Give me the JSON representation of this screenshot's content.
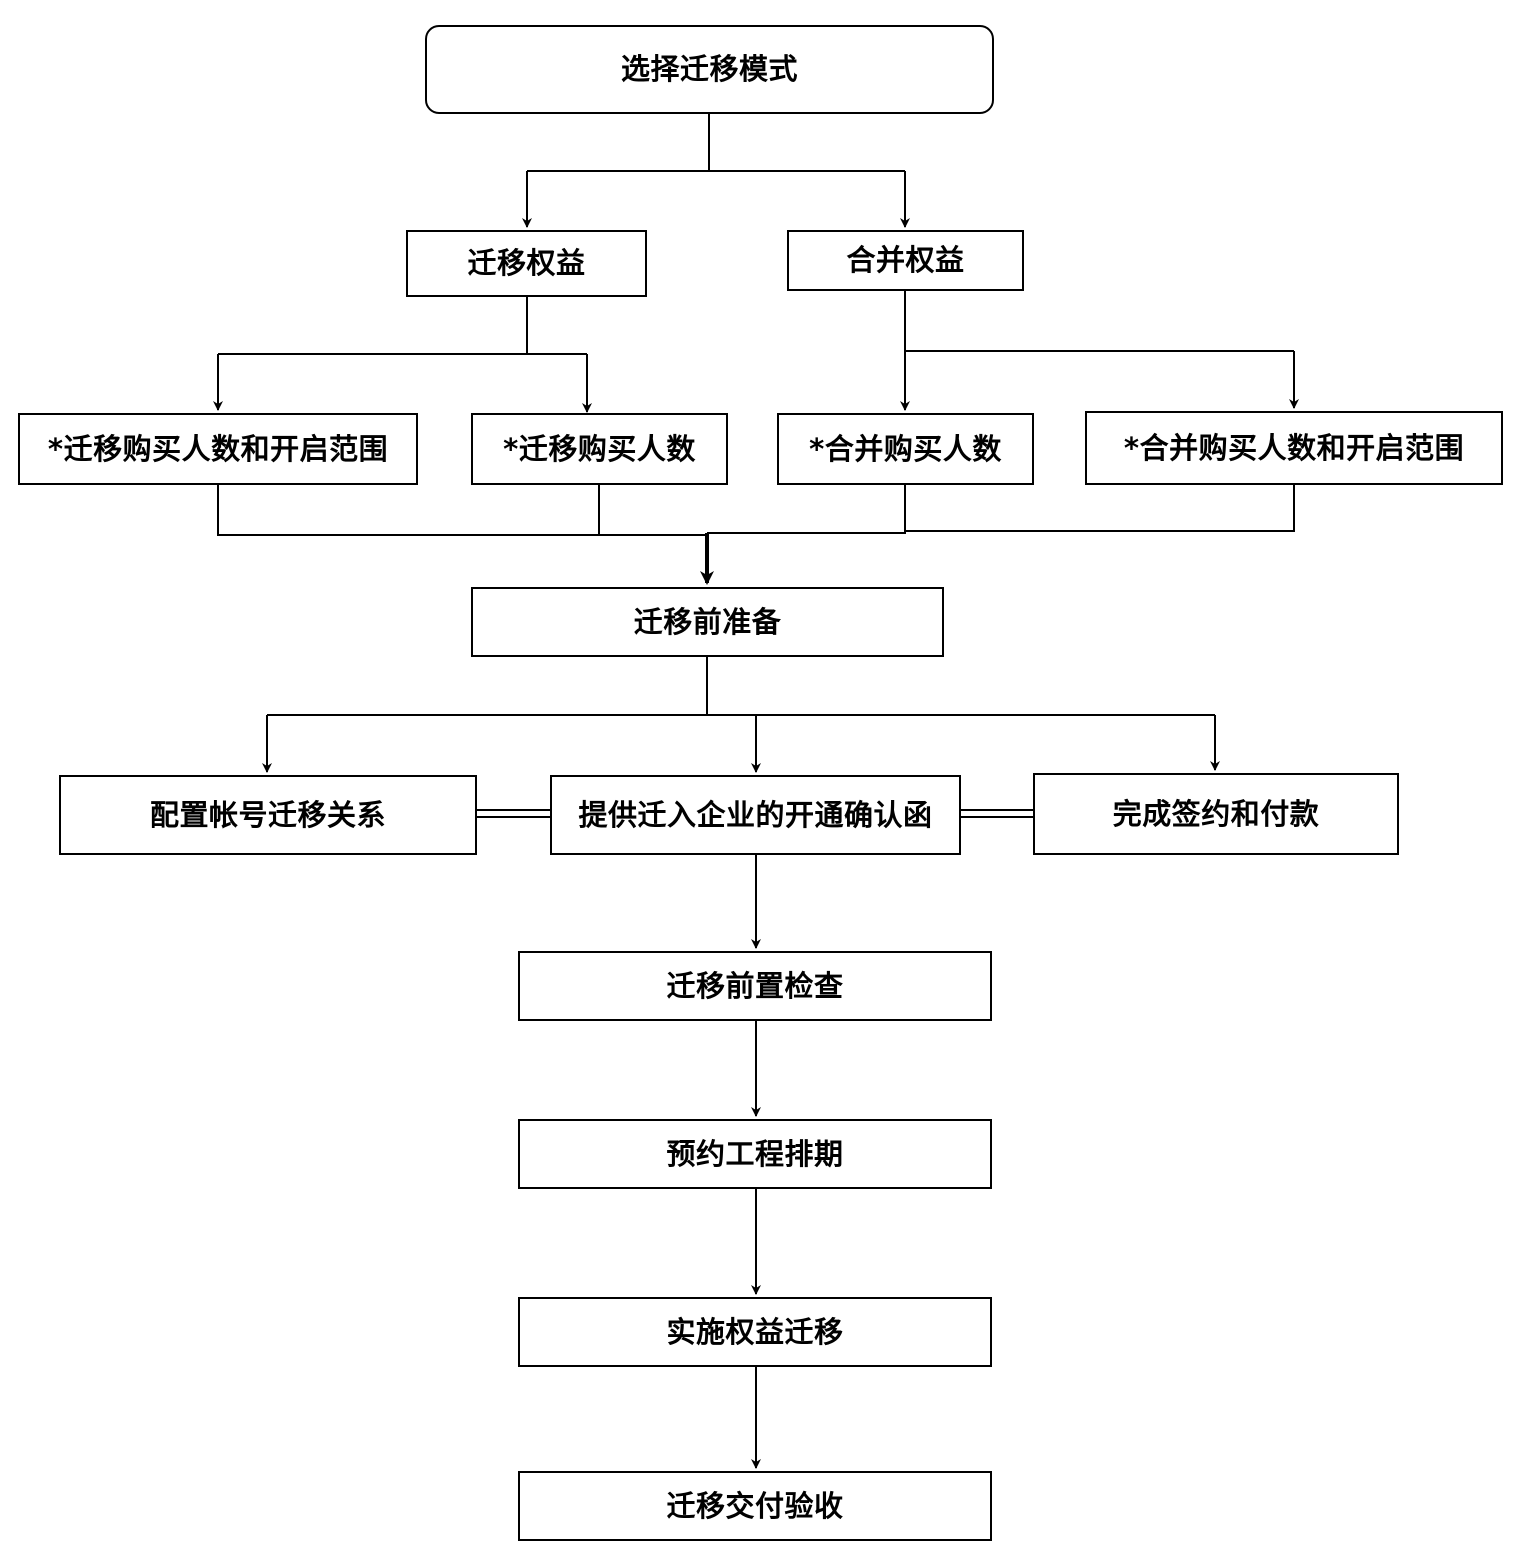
{
  "colors": {
    "stroke": "#000000",
    "background": "#ffffff",
    "text": "#000000"
  },
  "nodes": {
    "select_mode": "选择迁移模式",
    "migrate_rights": "迁移权益",
    "merge_rights": "合并权益",
    "migrate_count_scope": "*迁移购买人数和开启范围",
    "migrate_count": "*迁移购买人数",
    "merge_count": "*合并购买人数",
    "merge_count_scope": "*合并购买人数和开启范围",
    "pre_prepare": "迁移前准备",
    "config_accounts": "配置帐号迁移关系",
    "provide_letter": "提供迁入企业的开通确认函",
    "sign_pay": "完成签约和付款",
    "pre_check": "迁移前置检查",
    "schedule": "预约工程排期",
    "execute": "实施权益迁移",
    "acceptance": "迁移交付验收"
  }
}
